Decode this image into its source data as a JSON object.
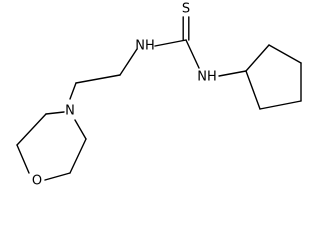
{
  "atoms": {
    "sulfur": "S",
    "nh_left": "NH",
    "nh_right": "NH",
    "nitrogen": "N",
    "oxygen": "O"
  }
}
